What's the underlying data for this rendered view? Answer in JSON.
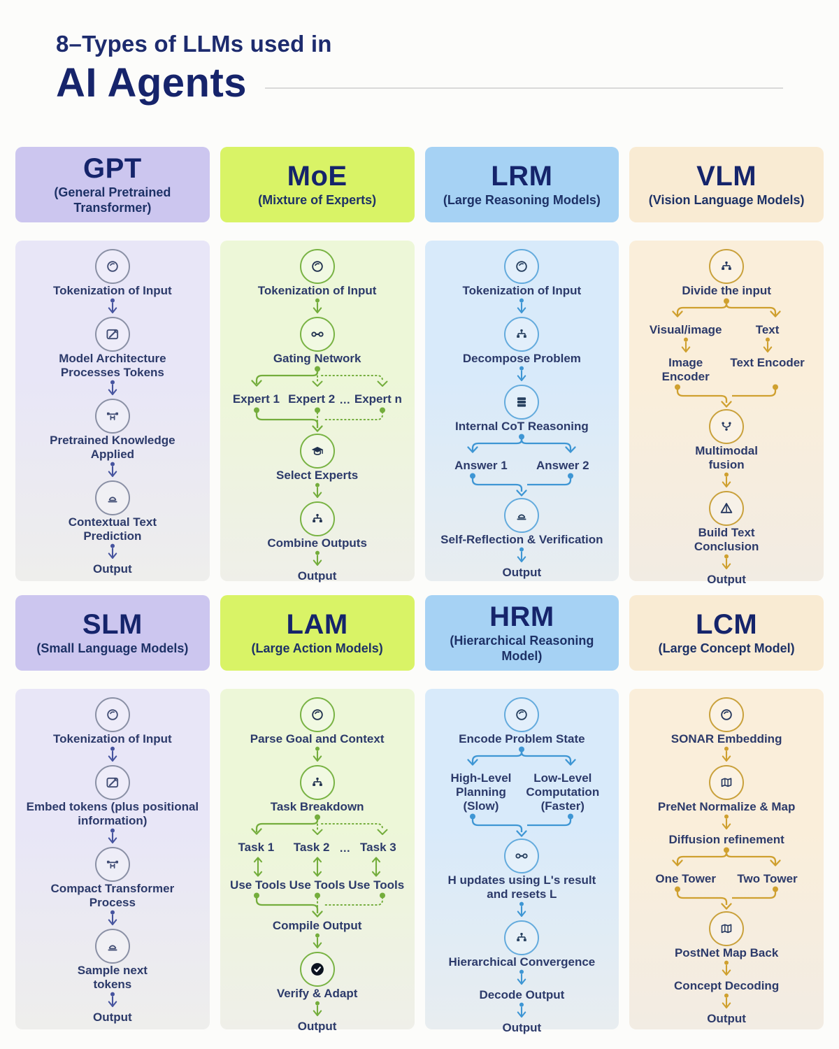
{
  "page": {
    "title_line1": "8–Types of LLMs used in",
    "title_line2": "AI Agents"
  },
  "cards": [
    {
      "code": "GPT",
      "subtitle": "(General Pretrained Transformer)",
      "icons": [
        "token-icon",
        "edit-icon",
        "weights-icon",
        "bell-icon"
      ],
      "labels": [
        "Tokenization of Input",
        "Model Architecture Processes Tokens",
        "Pretrained Knowledge Applied",
        "Contextual Text Prediction",
        "Output"
      ],
      "theme": {
        "header_bg": "#ccc6ef",
        "panel_top": "#e8e6f7",
        "panel_bottom": "#eeeeec",
        "accent": "#46549f",
        "icon_border": "#8a90a5",
        "glyph": "#414d74",
        "text": "#2c3a6a"
      }
    },
    {
      "code": "MoE",
      "subtitle": "(Mixture of Experts)",
      "icons": [
        "token-icon",
        "link-icon",
        "graduation-cap-icon",
        "hierarchy-icon"
      ],
      "labels": [
        "Tokenization of Input",
        "Gating Network",
        "Expert 1",
        "Expert 2",
        "…",
        "Expert n",
        "Select Experts",
        "Combine Outputs",
        "Output"
      ],
      "theme": {
        "header_bg": "#d9f366",
        "panel_top": "#edf7d8",
        "panel_bottom": "#efefe9",
        "accent": "#74ad3c",
        "icon_border": "#79b344",
        "glyph": "#21314f",
        "text": "#2c3a6a"
      }
    },
    {
      "code": "LRM",
      "subtitle": "(Large Reasoning Models)",
      "icons": [
        "token-icon",
        "hierarchy-icon",
        "stack-icon",
        "bell-icon"
      ],
      "labels": [
        "Tokenization of Input",
        "Decompose Problem",
        "Internal CoT Reasoning",
        "Answer 1",
        "Answer 2",
        "Self-Reflection & Verification",
        "Output"
      ],
      "theme": {
        "header_bg": "#a6d2f4",
        "panel_top": "#d8eafa",
        "panel_bottom": "#e8edf0",
        "accent": "#3e96d4",
        "icon_border": "#64abdd",
        "glyph": "#27405f",
        "text": "#2c3a6a"
      }
    },
    {
      "code": "VLM",
      "subtitle": "(Vision Language Models)",
      "icons": [
        "hierarchy-icon",
        "merge-icon",
        "prism-icon"
      ],
      "labels": [
        "Divide the input",
        "Visual/image",
        "Text",
        "Image Encoder",
        "Text Encoder",
        "Multimodal fusion",
        "Build Text Conclusion",
        "Output"
      ],
      "theme": {
        "header_bg": "#f9ebd3",
        "panel_top": "#faeeda",
        "panel_bottom": "#f2ece3",
        "accent": "#cfa02f",
        "icon_border": "#c9a13c",
        "glyph": "#23365e",
        "text": "#2c3a6a"
      }
    },
    {
      "code": "SLM",
      "subtitle": "(Small Language Models)",
      "icons": [
        "token-icon",
        "edit-icon",
        "weights-icon",
        "bell-icon"
      ],
      "labels": [
        "Tokenization of Input",
        "Embed tokens (plus positional information)",
        "Compact Transformer Process",
        "Sample next tokens",
        "Output"
      ],
      "theme": {
        "header_bg": "#ccc6ef",
        "panel_top": "#e8e6f7",
        "panel_bottom": "#eeeeec",
        "accent": "#46549f",
        "icon_border": "#8a90a5",
        "glyph": "#414d74",
        "text": "#2c3a6a"
      }
    },
    {
      "code": "LAM",
      "subtitle": "(Large Action Models)",
      "icons": [
        "token-icon",
        "hierarchy-icon",
        "check-icon"
      ],
      "labels": [
        "Parse Goal and Context",
        "Task Breakdown",
        "Task 1",
        "Task 2",
        "…",
        "Task 3",
        "Use Tools",
        "Use Tools",
        "Use Tools",
        "Compile Output",
        "Verify & Adapt",
        "Output"
      ],
      "theme": {
        "header_bg": "#d9f366",
        "panel_top": "#edf7d8",
        "panel_bottom": "#efefe9",
        "accent": "#74ad3c",
        "icon_border": "#79b344",
        "glyph": "#21314f",
        "text": "#2c3a6a"
      }
    },
    {
      "code": "HRM",
      "subtitle": "(Hierarchical Reasoning Model)",
      "icons": [
        "token-icon",
        "link-icon",
        "hierarchy-icon"
      ],
      "labels": [
        "Encode Problem State",
        "High-Level Planning (Slow)",
        "Low-Level Computation (Faster)",
        "H updates using L's result and resets L",
        "Hierarchical Convergence",
        "Decode Output",
        "Output"
      ],
      "theme": {
        "header_bg": "#a6d2f4",
        "panel_top": "#d8eafa",
        "panel_bottom": "#e8edf0",
        "accent": "#3e96d4",
        "icon_border": "#64abdd",
        "glyph": "#27405f",
        "text": "#2c3a6a"
      }
    },
    {
      "code": "LCM",
      "subtitle": "(Large Concept Model)",
      "icons": [
        "token-icon",
        "map-icon",
        "map-icon"
      ],
      "labels": [
        "SONAR Embedding",
        "PreNet Normalize & Map",
        "Diffusion refinement",
        "One Tower",
        "Two Tower",
        "PostNet Map Back",
        "Concept Decoding",
        "Output"
      ],
      "theme": {
        "header_bg": "#f9ebd3",
        "panel_top": "#faeeda",
        "panel_bottom": "#f2ece3",
        "accent": "#cfa02f",
        "icon_border": "#c9a13c",
        "glyph": "#23365e",
        "text": "#2c3a6a"
      }
    }
  ]
}
